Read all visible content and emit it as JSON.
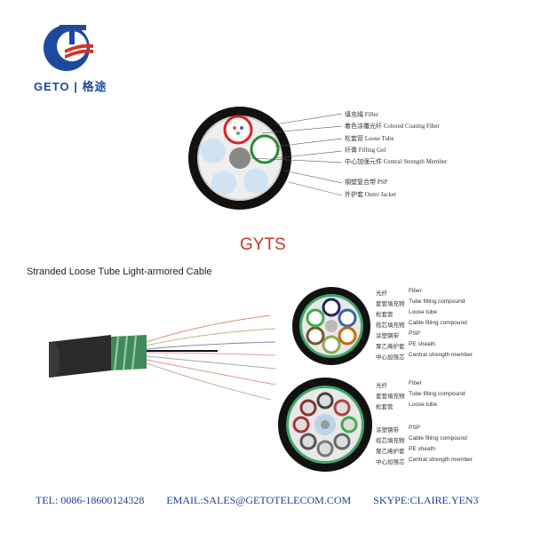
{
  "logo": {
    "brand": "GETO",
    "brand_cn": "格途",
    "colors": {
      "blue": "#1d4a9c",
      "red": "#d9302b"
    }
  },
  "diagram_top": {
    "title": "GYTS",
    "labels": [
      {
        "cn": "填充绳",
        "en": "Filler"
      },
      {
        "cn": "着色涂覆光纤",
        "en": "Colored Coating Fiber"
      },
      {
        "cn": "松套管",
        "en": "Loose Tube"
      },
      {
        "cn": "纤膏",
        "en": "Filling Gel"
      },
      {
        "cn": "中心加强元件",
        "en": "Central Strength Member"
      },
      {
        "cn": "钢塑复合带",
        "en": "PSP"
      },
      {
        "cn": "外护套",
        "en": "Outer Jacket"
      }
    ]
  },
  "subtitle": "Stranded Loose Tube Light-armored Cable",
  "diagram_right_top": {
    "labels": [
      {
        "cn": "光纤",
        "en": "Fiber"
      },
      {
        "cn": "套管填充物",
        "en": "Tube filling compound"
      },
      {
        "cn": "松套管",
        "en": "Loose tube"
      },
      {
        "cn": "缆芯填充物",
        "en": "Cable filling compound"
      },
      {
        "cn": "涂塑钢带",
        "en": "PSP"
      },
      {
        "cn": "聚乙烯护套",
        "en": "PE sheath"
      },
      {
        "cn": "中心加强芯",
        "en": "Central strength member"
      }
    ]
  },
  "diagram_right_bottom": {
    "labels": [
      {
        "cn": "光纤",
        "en": "Fiber"
      },
      {
        "cn": "套管填充物",
        "en": "Tube filling compound"
      },
      {
        "cn": "松套管",
        "en": "Loose tube"
      },
      {
        "cn": "涂塑钢带",
        "en": "PSP"
      },
      {
        "cn": "缆芯填充物",
        "en": "Cable filling compound"
      },
      {
        "cn": "聚乙烯护套",
        "en": "PE sheath"
      },
      {
        "cn": "中心加强芯",
        "en": "Central strength member"
      }
    ]
  },
  "footer": {
    "tel": "TEL: 0086-18600124328",
    "email": "EMAIL:SALES@GETOTELECOM.COM",
    "skype": "SKYPE:CLAIRE.YEN3"
  }
}
